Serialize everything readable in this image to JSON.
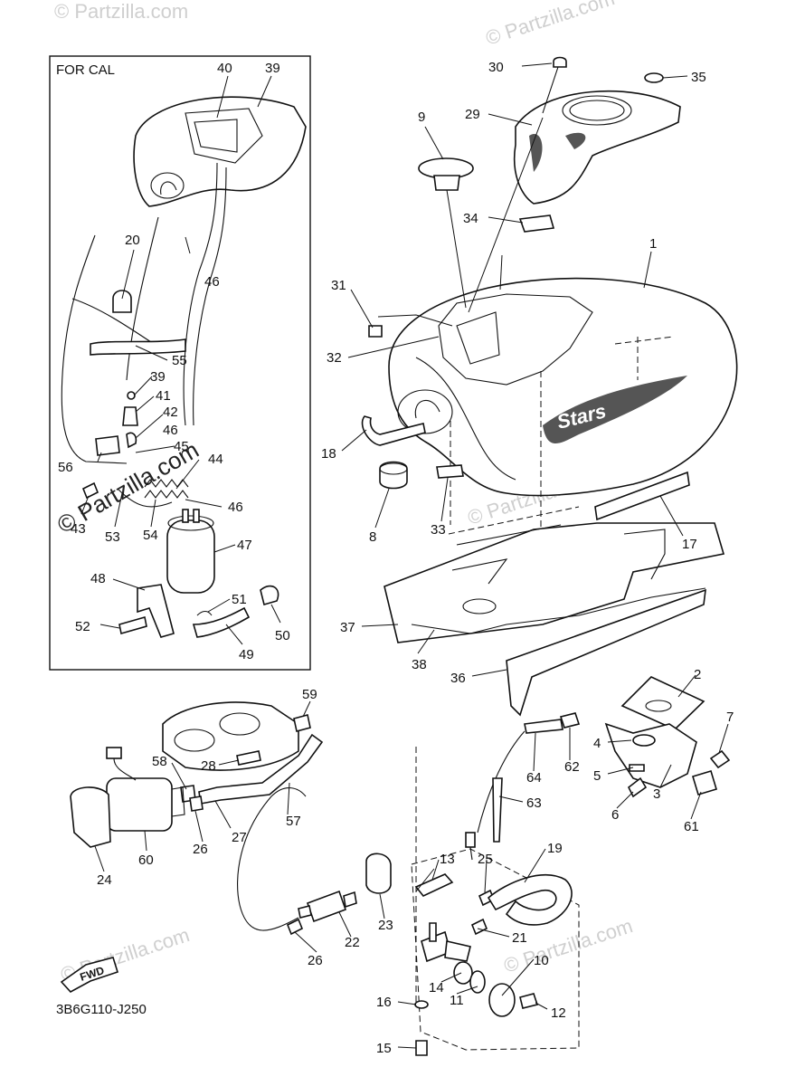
{
  "inset_title": "FOR CAL",
  "diagram_code": "3B6G110-J250",
  "fwd_label": "FWD",
  "tank_logo": "Stars",
  "watermarks": [
    "© Partzilla.com",
    "© Partzilla.com",
    "© Partzilla.com",
    "© Partzilla.com",
    "© Partzilla.com",
    "© Partzilla.com"
  ],
  "callouts": [
    "1",
    "2",
    "3",
    "4",
    "5",
    "6",
    "7",
    "8",
    "9",
    "10",
    "11",
    "12",
    "13",
    "14",
    "15",
    "16",
    "17",
    "18",
    "19",
    "20",
    "21",
    "22",
    "23",
    "24",
    "25",
    "26",
    "26",
    "27",
    "28",
    "29",
    "30",
    "31",
    "32",
    "33",
    "34",
    "35",
    "36",
    "37",
    "38",
    "39",
    "39",
    "40",
    "41",
    "42",
    "43",
    "44",
    "45",
    "46",
    "46",
    "46",
    "47",
    "48",
    "49",
    "50",
    "51",
    "52",
    "53",
    "54",
    "55",
    "56",
    "57",
    "58",
    "59",
    "60",
    "61",
    "62",
    "63",
    "64"
  ],
  "colors": {
    "line": "#111111",
    "watermark": "#cfcfcf",
    "background": "#ffffff"
  }
}
